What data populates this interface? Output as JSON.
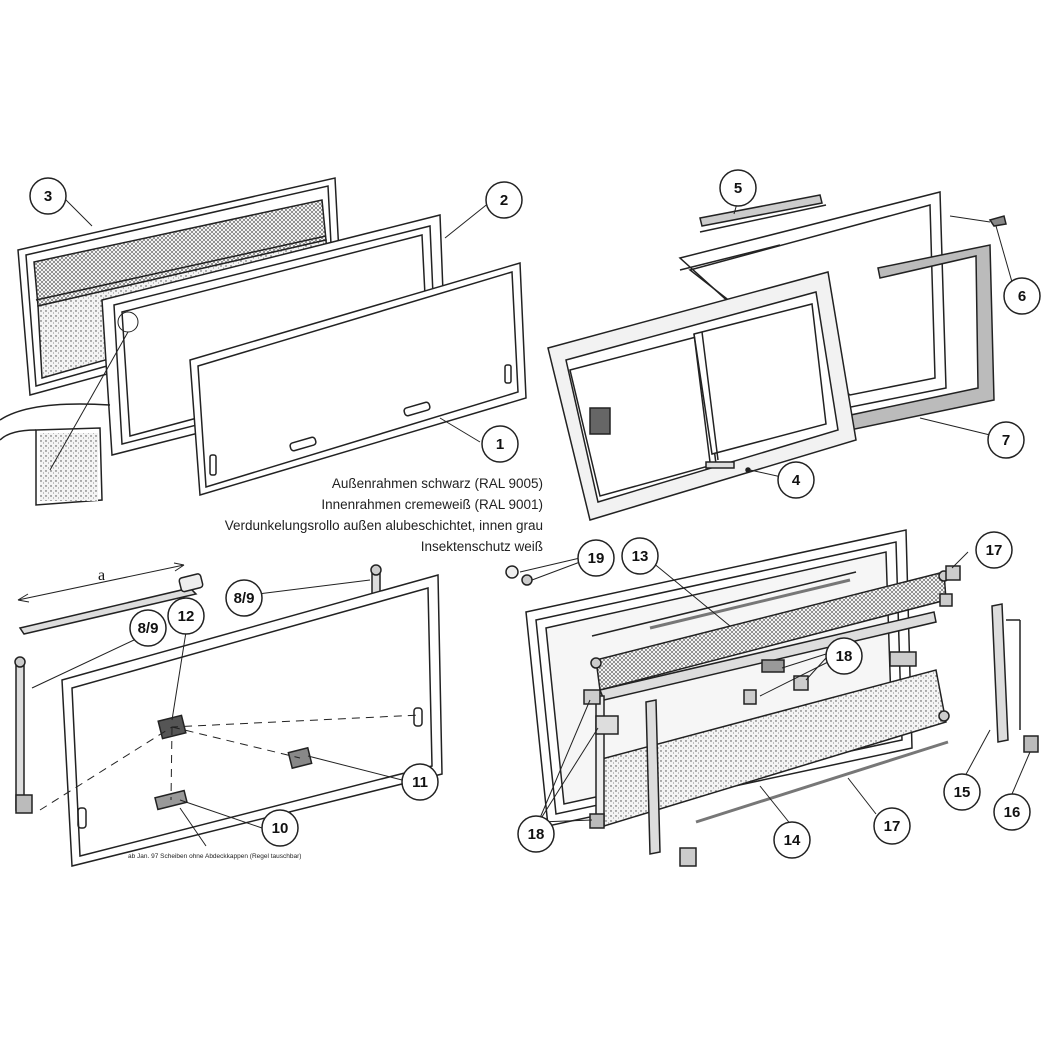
{
  "notes": [
    "Außenrahmen schwarz (RAL 9005)",
    "Innenrahmen cremeweiß (RAL 9001)",
    "Verdunkelungsrollo außen alubeschichtet, innen grau",
    "Insektenschutz weiß"
  ],
  "small_note": "ab Jan. 97 Scheiben ohne Abdeckkappen (Regel tauschbar)",
  "dimension_label": "a",
  "callouts": {
    "c1": "1",
    "c2": "2",
    "c3": "3",
    "c4": "4",
    "c5": "5",
    "c6": "6",
    "c7": "7",
    "c89a": "8/9",
    "c89b": "8/9",
    "c10": "10",
    "c11": "11",
    "c12": "12",
    "c13": "13",
    "c14": "14",
    "c15": "15",
    "c16": "16",
    "c17a": "17",
    "c17b": "17",
    "c18a": "18",
    "c18b": "18",
    "c19": "19"
  }
}
